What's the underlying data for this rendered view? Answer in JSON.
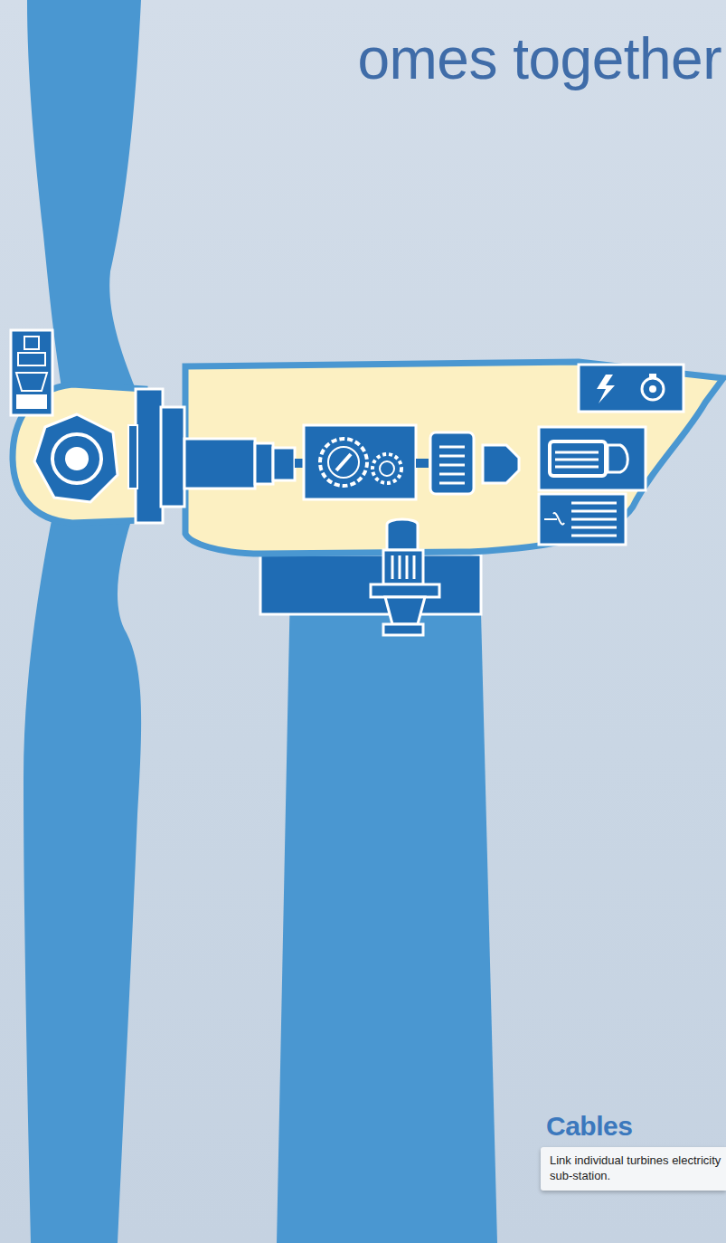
{
  "diagram": {
    "title": "omes together",
    "nodes": [
      {
        "text": [
          "Cables",
          "Link individual turbines electricity sub-station."
        ]
      }
    ]
  }
}
